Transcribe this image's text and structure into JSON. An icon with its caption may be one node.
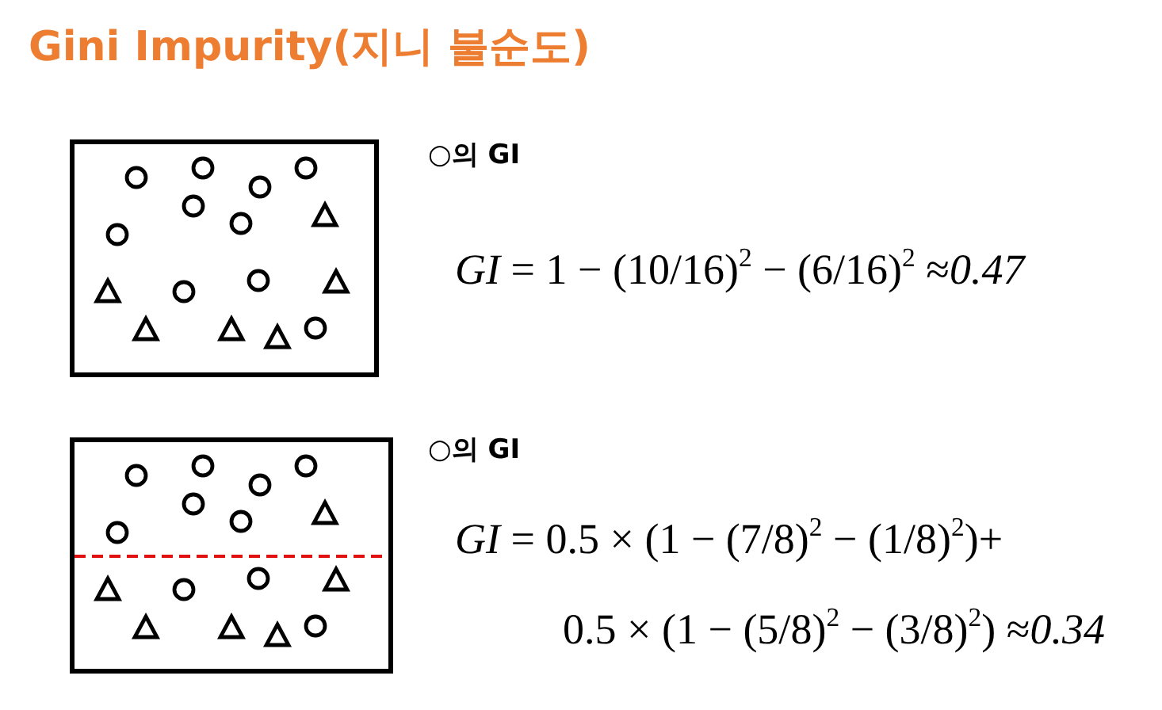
{
  "diagram": {
    "title": "Gini Impurity(지니 불순도)",
    "labels": [
      "○의 GI",
      "*GI* = 1 − (10/16)$^{2}$ − (6/16)$^{2}$ ≈*0.47*",
      "○의 GI",
      "*GI* = 0.5 × (1 − (7/8)$^{2}$ − (1/8)$^{2}$)+ 0.5 × (1 − (5/8)$^{2}$ − (3/8)$^{2}$) ≈*0.34*"
    ]
  }
}
